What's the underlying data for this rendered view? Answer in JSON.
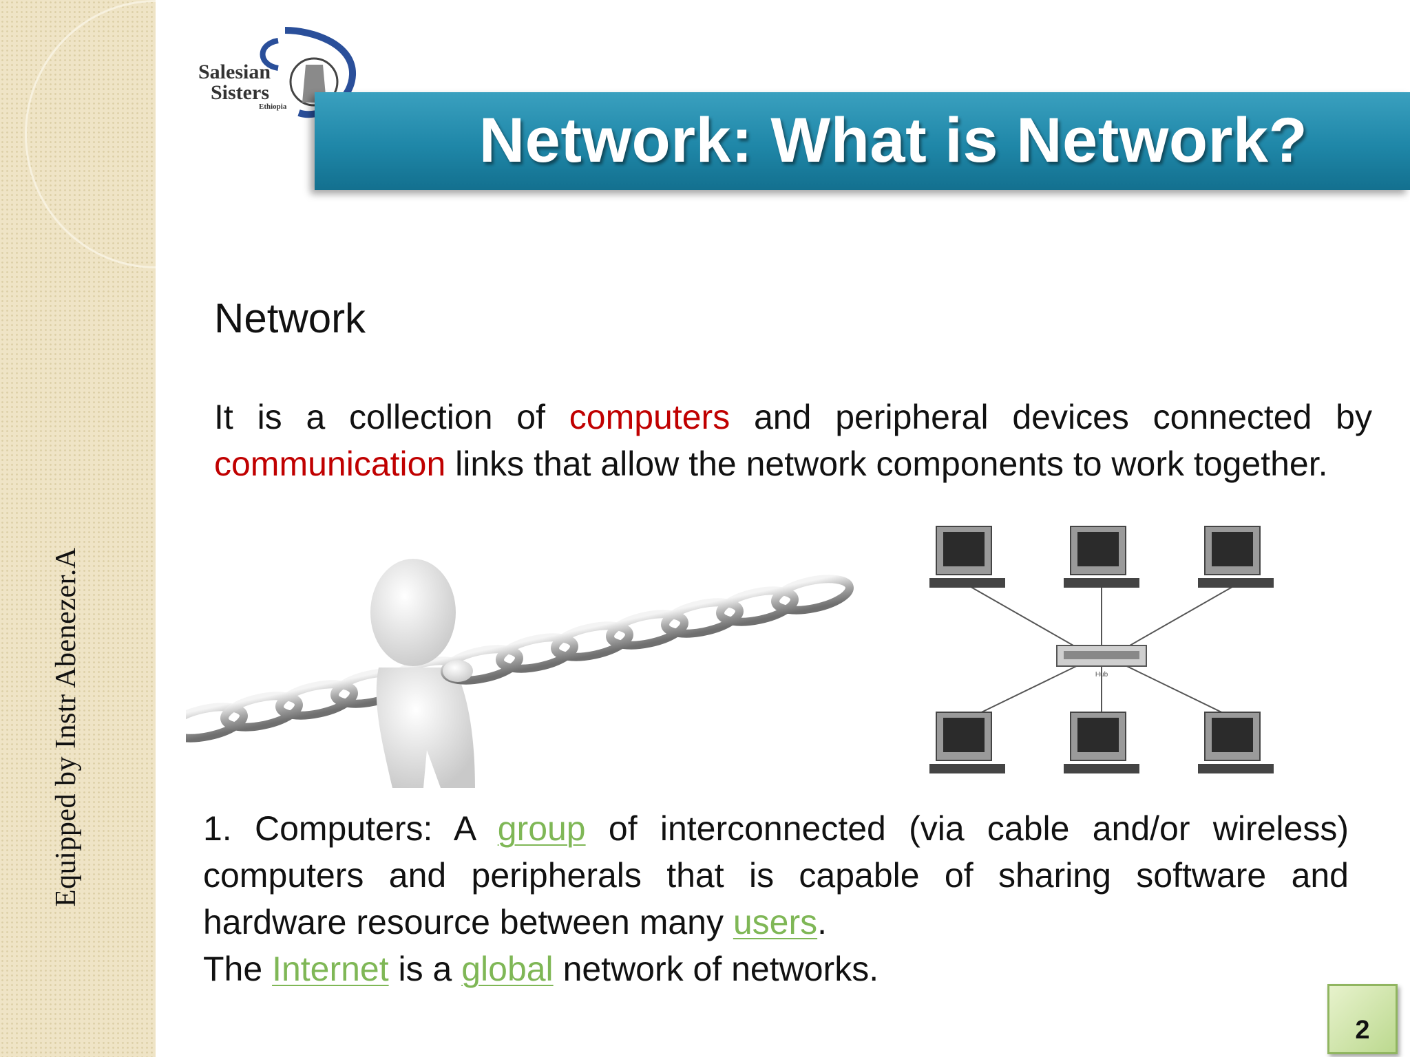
{
  "sidebar": {
    "vertical_text": "Equipped by Instr  Abenezer.A"
  },
  "logo": {
    "line1": "Salesian",
    "line2": "Sisters",
    "line3": "Ethiopia"
  },
  "title": "Network: What is Network?",
  "heading": "Network",
  "definition": {
    "p1": "It is a collection of ",
    "hl1": "computers",
    "p2": " and peripheral devices connected by ",
    "hl2": "communication",
    "p3": " links that allow the network components to work together."
  },
  "point1": {
    "p1": "1. Computers: A ",
    "link1": "group",
    "p2": " of interconnected (via cable and/or wireless) computers and peripherals that is capable of sharing software and hardware resource between many ",
    "link2": "users",
    "p3": "."
  },
  "internet_line": {
    "p1": "The ",
    "link1": "Internet",
    "p2": " is a ",
    "link2": "global",
    "p3": " network of networks."
  },
  "network_diagram": {
    "hub_label": "Hub"
  },
  "page_number": "2",
  "colors": {
    "title_bar": "#1f87a8",
    "highlight_red": "#c00000",
    "link_green": "#7fb756",
    "sidebar": "#efe4c6"
  }
}
